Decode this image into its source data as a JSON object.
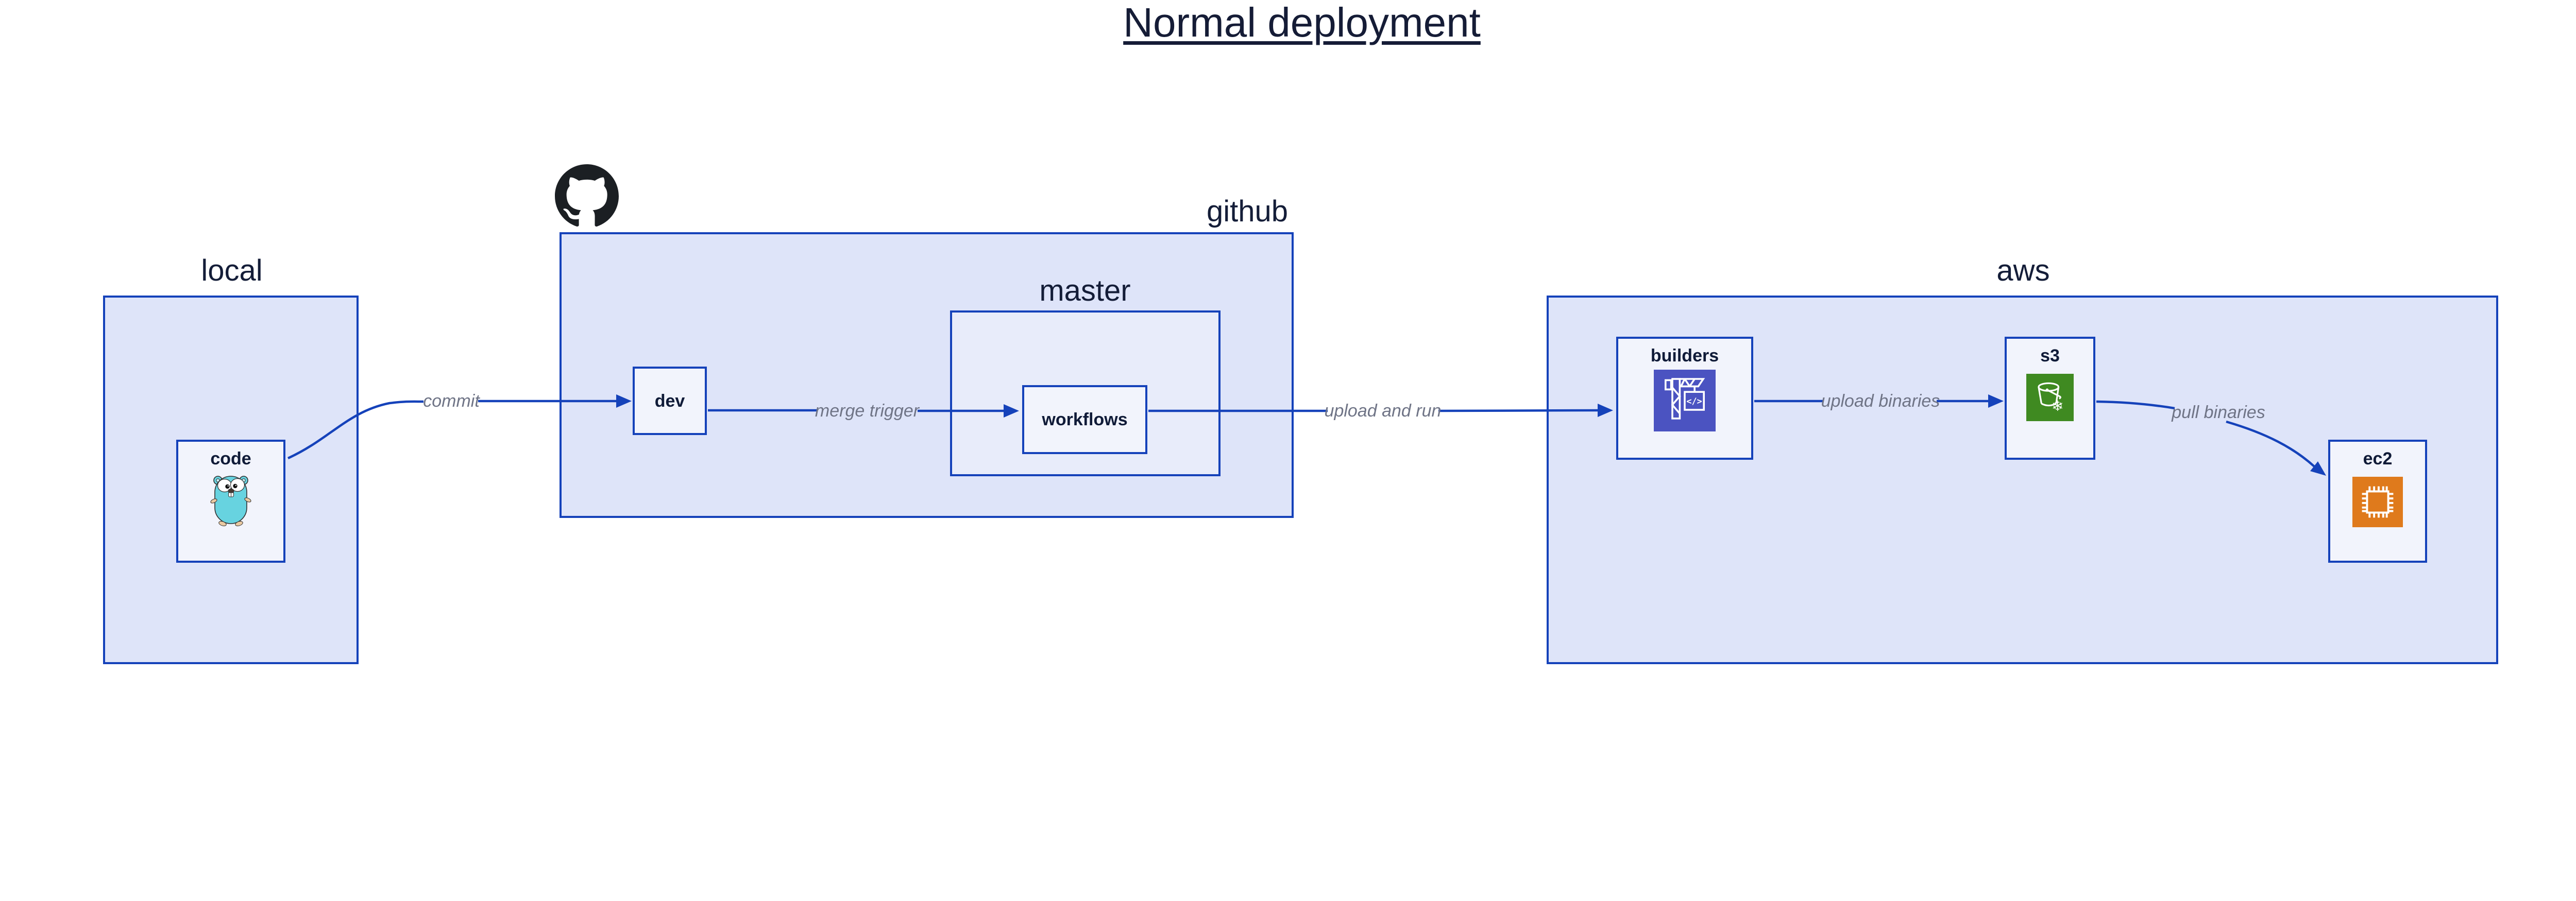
{
  "diagram_title": {
    "text": "Normal deployment"
  },
  "containers": {
    "local": {
      "label": "local"
    },
    "github": {
      "label": "github",
      "icon": "github-octocat-icon"
    },
    "master": {
      "label": "master"
    },
    "aws": {
      "label": "aws"
    }
  },
  "nodes": {
    "code": {
      "label": "code",
      "icon": "go-gopher-icon"
    },
    "dev": {
      "label": "dev"
    },
    "workflows": {
      "label": "workflows"
    },
    "builders": {
      "label": "builders",
      "icon": "aws-codebuild-icon"
    },
    "s3": {
      "label": "s3",
      "icon": "aws-s3-icon"
    },
    "ec2": {
      "label": "ec2",
      "icon": "aws-ec2-icon"
    }
  },
  "edges": {
    "commit": {
      "from": "code",
      "to": "dev",
      "label": "commit"
    },
    "merge_trigger": {
      "from": "dev",
      "to": "workflows",
      "label": "merge trigger"
    },
    "upload_and_run": {
      "from": "master",
      "to": "builders",
      "label": "upload and run"
    },
    "upload_binaries": {
      "from": "builders",
      "to": "s3",
      "label": "upload binaries"
    },
    "pull_binaries": {
      "from": "s3",
      "to": "ec2",
      "label": "pull binaries"
    }
  },
  "icon_glyphs": {
    "codebuild_code": "</>",
    "s3_snowflake": "❄"
  },
  "colors": {
    "edge_blue": "#1542ba",
    "container_fill": "#dee4f9",
    "master_fill": "#e8ecfa",
    "node_fill": "#f2f4fc",
    "label_navy": "#141d38",
    "edge_label_gray": "#6f7486",
    "octocat_black": "#1b1f23",
    "codebuild_indigo": "#4b53c1",
    "s3_green": "#3f8a21",
    "ec2_orange": "#df7a1c",
    "gopher_teal": "#67d3e0",
    "background": "#ffffff"
  }
}
